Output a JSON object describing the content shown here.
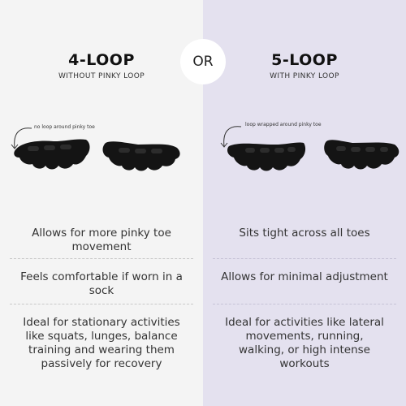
{
  "or_label": "OR",
  "left": {
    "title": "4-LOOP",
    "subtitle": "WITHOUT PINKY LOOP",
    "annotation": "no loop around pinky toe",
    "rows": [
      "Allows for more pinky toe movement",
      "Feels comfortable if worn in a sock",
      "Ideal for stationary activities like squats, lunges, balance training and wearing them passively for recovery"
    ]
  },
  "right": {
    "title": "5-LOOP",
    "subtitle": "WITH PINKY LOOP",
    "annotation": "loop wrapped around pinky toe",
    "rows": [
      "Sits tight across all toes",
      "Allows for minimal adjustment",
      "Ideal for activities like lateral movements, running, walking, or high intense workouts"
    ]
  },
  "colors": {
    "left_bg": "#f4f4f4",
    "right_bg": "#e4e1ef",
    "product": "#141414"
  },
  "icons": [
    "curved-arrow-icon",
    "toe-spacer-image"
  ]
}
